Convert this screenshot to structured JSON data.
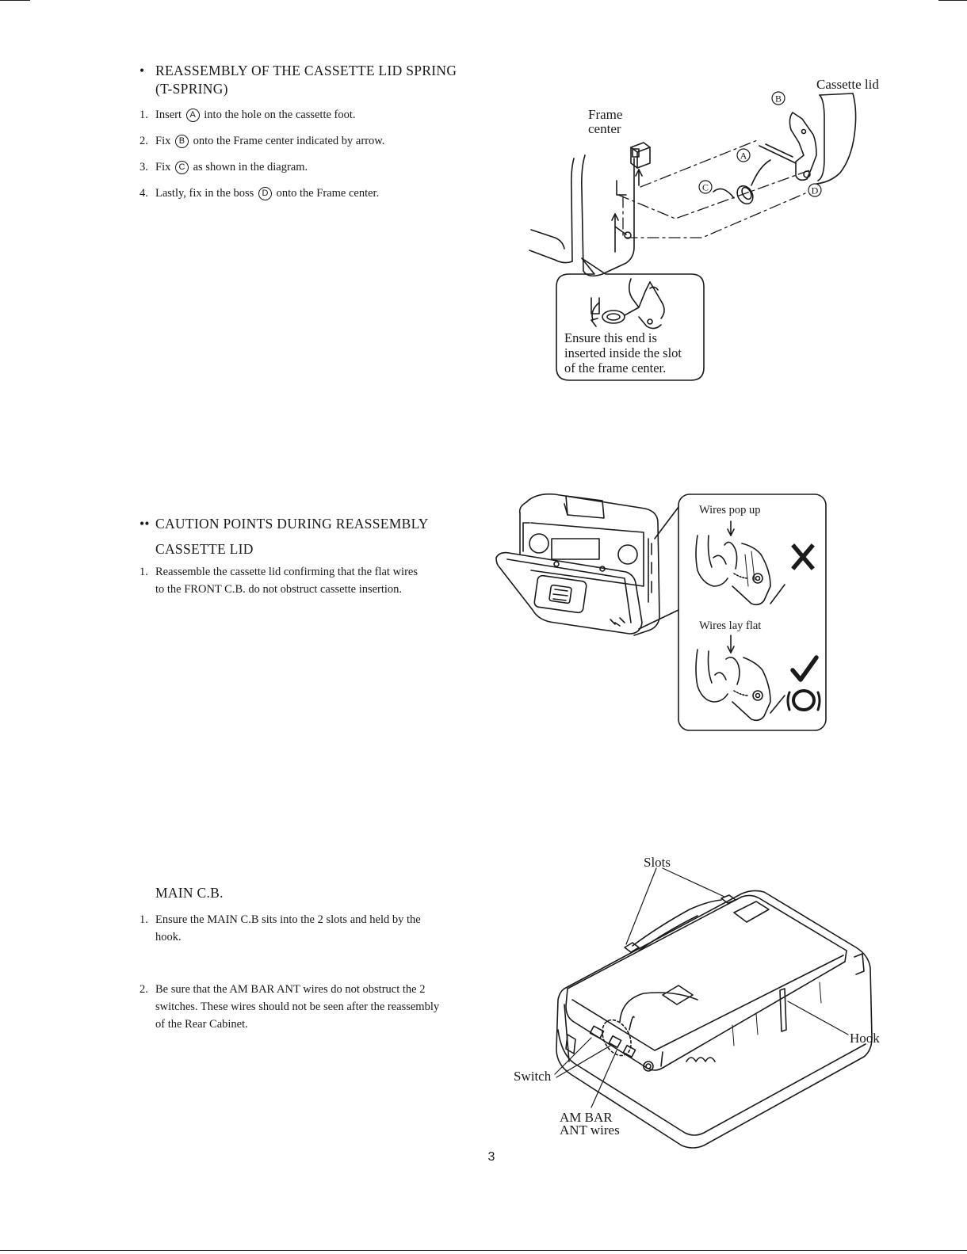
{
  "section1": {
    "bullet": "•",
    "title_line1": "REASSEMBLY OF THE CASSETTE LID SPRING",
    "title_line2": "(T-SPRING)",
    "steps": [
      {
        "num": "1.",
        "before": "Insert",
        "mark": "A",
        "after": "into the hole on the cassette foot."
      },
      {
        "num": "2.",
        "before": "Fix",
        "mark": "B",
        "after": "onto the Frame center indicated by arrow."
      },
      {
        "num": "3.",
        "before": "Fix",
        "mark": "C",
        "after": "as shown in the diagram."
      },
      {
        "num": "4.",
        "before": "Lastly, fix in the boss",
        "mark": "D",
        "after": "onto the Frame center."
      }
    ],
    "figure": {
      "label_cassette_lid": "Cassette lid",
      "label_frame": "Frame",
      "label_center": "center",
      "mark_a": "A",
      "mark_b": "B",
      "mark_c": "C",
      "mark_d": "D",
      "callout_line1": "Ensure this end is",
      "callout_line2": "inserted inside the slot",
      "callout_line3": "of the frame center."
    }
  },
  "section2": {
    "bullet": "••",
    "title_line1": "CAUTION POINTS DURING REASSEMBLY",
    "title_line2": "CASSETTE LID",
    "steps": [
      {
        "num": "1.",
        "line1": "Reassemble the cassette lid confirming that the flat wires",
        "line2": "to the FRONT C.B. do not obstruct cassette insertion."
      }
    ],
    "figure": {
      "label_wires_pop_up": "Wires pop up",
      "label_wires_lay_flat": "Wires lay flat"
    }
  },
  "section3": {
    "title": "MAIN C.B.",
    "steps": [
      {
        "num": "1.",
        "line1": "Ensure the MAIN C.B sits into the 2 slots and held by the",
        "line2": "hook."
      },
      {
        "num": "2.",
        "line1": "Be sure that the AM BAR ANT wires do not obstruct the 2",
        "line2": "switches. These wires should not be seen after the reassembly",
        "line3": "of the Rear Cabinet."
      }
    ],
    "figure": {
      "label_slots": "Slots",
      "label_hook": "Hook",
      "label_switch": "Switch",
      "label_am_bar": "AM BAR",
      "label_ant_wires": "ANT wires"
    }
  },
  "page_number": "3"
}
